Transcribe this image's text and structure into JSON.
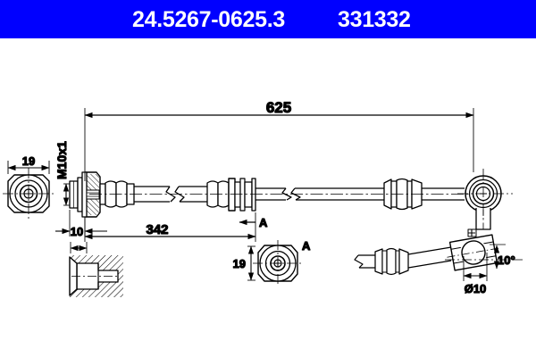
{
  "header": {
    "part_number": "24.5267-0625.3",
    "reference_number": "331332",
    "background_color": "#0000ff",
    "text_color": "#ffffff"
  },
  "drawing": {
    "title_semantic": "brake-hose-technical-drawing",
    "line_color": "#000000",
    "background_color": "#ffffff",
    "dimensions": {
      "overall_length": "625",
      "partial_length": "342",
      "hex_width_left": "19",
      "thread_offset": "10",
      "thread_spec": "M10x1",
      "section_a_width": "19",
      "banjo_bore": "Ø10",
      "banjo_angle": "10°"
    },
    "section_labels": {
      "marker_main": "A",
      "marker_detail": "A"
    }
  }
}
